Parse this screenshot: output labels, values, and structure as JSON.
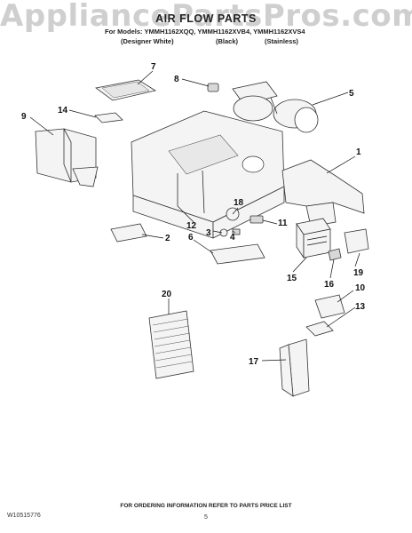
{
  "watermark": "AppliancePartsPros.com",
  "header": {
    "title": "AIR FLOW PARTS",
    "models": "For Models: YMMH1162XQQ, YMMH1162XVB4, YMMH1162XVS4",
    "variants": [
      "(Designer White)",
      "(Black)",
      "(Stainless)"
    ]
  },
  "callouts": [
    "1",
    "2",
    "3",
    "4",
    "5",
    "6",
    "7",
    "8",
    "9",
    "10",
    "11",
    "12",
    "13",
    "14",
    "15",
    "16",
    "17",
    "18",
    "19",
    "20"
  ],
  "footer": {
    "doc_number": "W10515776",
    "ordering_note": "FOR ORDERING INFORMATION REFER TO PARTS PRICE LIST",
    "page": "5"
  }
}
